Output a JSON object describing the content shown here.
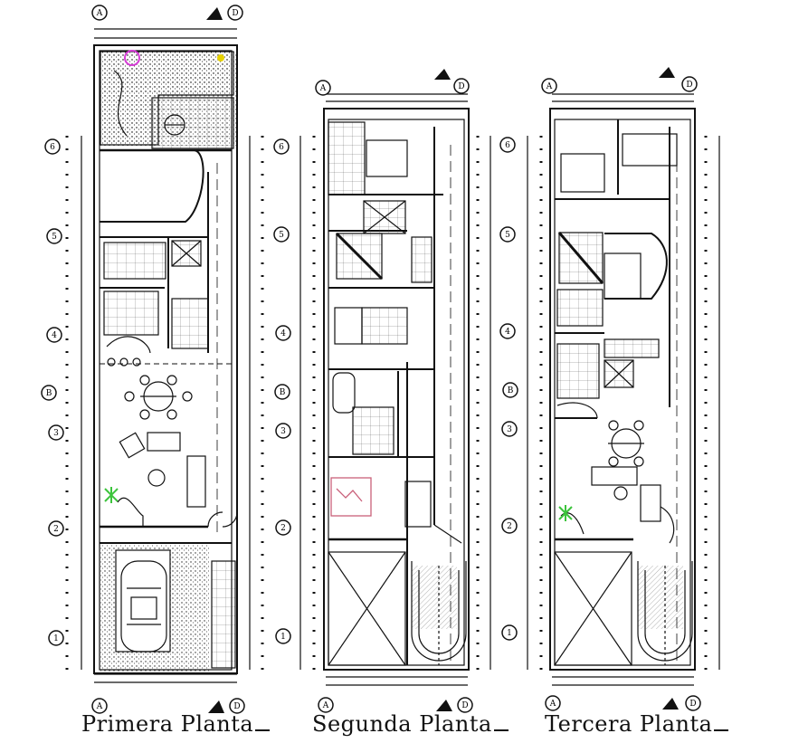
{
  "titles": {
    "planta1": "Primera Planta",
    "planta2": "Segunda Planta",
    "planta3": "Tercera Planta"
  },
  "axis_labels": {
    "col_left": "A",
    "col_right": "D",
    "row_1": "1",
    "row_2": "2",
    "row_3": "3",
    "row_4": "4",
    "row_5": "5",
    "row_6": "6",
    "section": "B"
  },
  "colors": {
    "line": "#111111",
    "accent_magenta": "#d63bd6",
    "accent_green": "#3cc43c",
    "accent_yellow": "#e6d100",
    "stair_pink": "#c9607a"
  }
}
